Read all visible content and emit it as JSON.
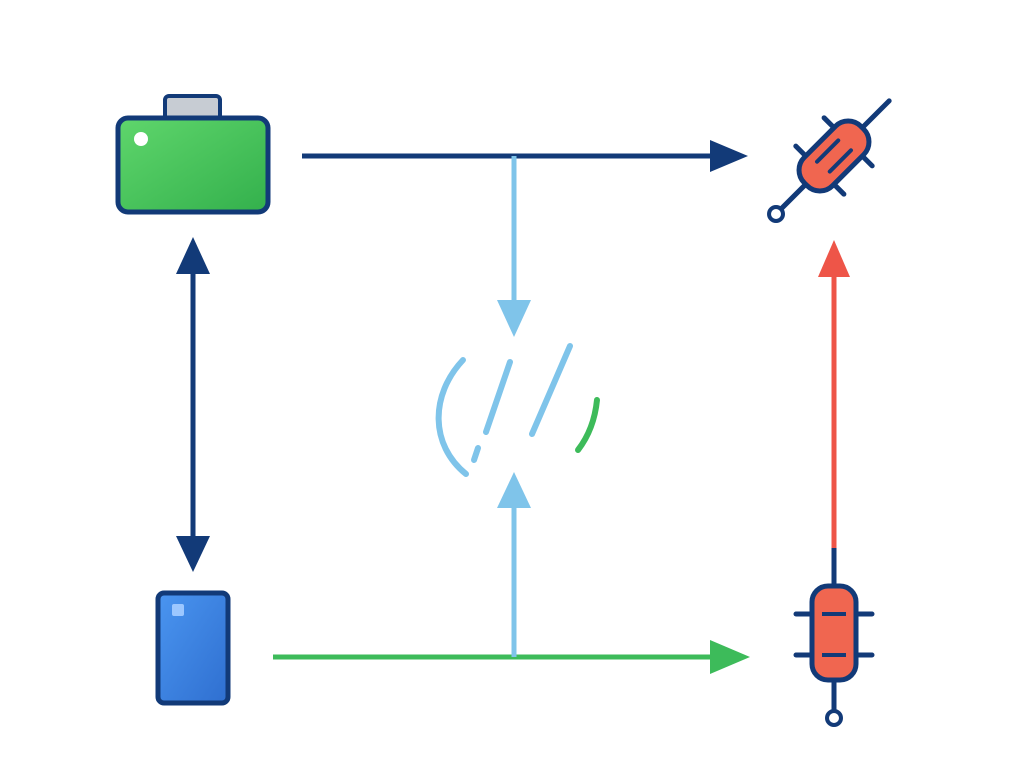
{
  "colors": {
    "background": "#ffffff",
    "dark_navy": "#123a78",
    "light_blue": "#7fc4ea",
    "green": "#3dbb5a",
    "red": "#ee5548",
    "battery_green": "#4cc95d",
    "phone_blue": "#3b82e0",
    "cap_gray": "#c7ccd3",
    "resistor_red": "#f06650"
  },
  "nodes": [
    {
      "id": "battery",
      "icon": "battery-icon"
    },
    {
      "id": "phone",
      "icon": "phone-icon"
    },
    {
      "id": "resistor-top",
      "icon": "resistor-icon"
    },
    {
      "id": "resistor-bottom",
      "icon": "resistor-icon"
    },
    {
      "id": "signal",
      "icon": "signal-waves-icon"
    }
  ],
  "connections": [
    {
      "from": "battery",
      "to": "resistor-top",
      "color": "dark_navy"
    },
    {
      "from": "battery",
      "to": "phone",
      "color": "dark_navy",
      "bidirectional": true
    },
    {
      "from": "phone",
      "to": "resistor-bottom",
      "color": "green"
    },
    {
      "from": "resistor-bottom",
      "to": "resistor-top",
      "color": "red"
    },
    {
      "from": "top-line",
      "to": "signal",
      "color": "light_blue"
    },
    {
      "from": "bottom-line",
      "to": "signal",
      "color": "light_blue"
    }
  ]
}
